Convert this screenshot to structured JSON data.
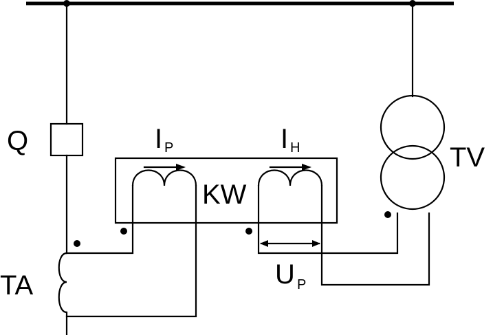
{
  "labels": {
    "breaker": "Q",
    "current_transformer": "TA",
    "voltage_transformer": "TV",
    "wattmeter": "KW",
    "current_primary": {
      "main": "I",
      "sub": "P"
    },
    "current_h": {
      "main": "I",
      "sub": "H"
    },
    "voltage": {
      "main": "U",
      "sub": "P"
    }
  }
}
